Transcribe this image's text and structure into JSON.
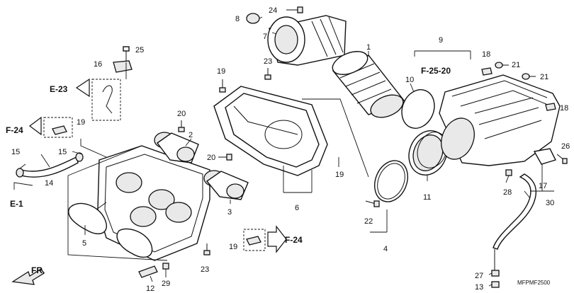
{
  "callouts": {
    "c1": "1",
    "c2": "2",
    "c3": "3",
    "c4": "4",
    "c5": "5",
    "c6": "6",
    "c7": "7",
    "c8": "8",
    "c9": "9",
    "c10": "10",
    "c11": "11",
    "c12": "12",
    "c13": "13",
    "c14": "14",
    "c15a": "15",
    "c15b": "15",
    "c16": "16",
    "c17": "17",
    "c18a": "18",
    "c18b": "18",
    "c19a": "19",
    "c19b": "19",
    "c19c": "19",
    "c19d": "19",
    "c20a": "20",
    "c20b": "20",
    "c21a": "21",
    "c21b": "21",
    "c22": "22",
    "c23a": "23",
    "c23b": "23",
    "c24": "24",
    "c25": "25",
    "c26": "26",
    "c27": "27",
    "c28": "28",
    "c29": "29",
    "c30": "30"
  },
  "refs": {
    "e23": "E-23",
    "f24a": "F-24",
    "f24b": "F-24",
    "f2520": "F-25-20",
    "e1": "E-1",
    "fr": "FR."
  },
  "figure_code": "MFPMF2500"
}
